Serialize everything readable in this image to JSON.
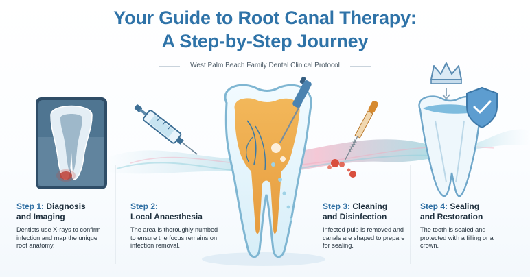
{
  "header": {
    "title_line1": "Your Guide to Root Canal Therapy:",
    "title_line2": "A Step-by-Step Journey",
    "subtitle": "West Palm Beach Family Dental Clinical Protocol"
  },
  "steps": [
    {
      "number": "Step 1:",
      "name": "Diagnosis",
      "name2": "and Imaging",
      "text": "Dentists use X-rays to confirm infection and map the unique root anatomy."
    },
    {
      "number": "Step 2:",
      "name": "",
      "name2": "Local Anaesthesia",
      "text": "The area is thoroughly numbed to ensure the focus remains on infection removal."
    },
    {
      "number": "Step 3:",
      "name": "Cleaning",
      "name2": "and Disinfection",
      "text": "Infected pulp is removed and canals are shaped to prepare for sealing."
    },
    {
      "number": "Step 4:",
      "name": "Sealing",
      "name2": "and Restoration",
      "text": "The tooth is sealed and protected with a filling or a crown."
    }
  ],
  "colors": {
    "title": "#2f73a8",
    "accent_teal": "#56b7c9",
    "accent_pink": "#e98aa6",
    "infection": "#d94f3e",
    "pulp": "#e8a23b"
  },
  "icons": [
    "xray-icon",
    "syringe-icon",
    "tooth-icon",
    "dental-file-icon",
    "dropper-icon",
    "crown-icon",
    "shield-check-icon"
  ]
}
